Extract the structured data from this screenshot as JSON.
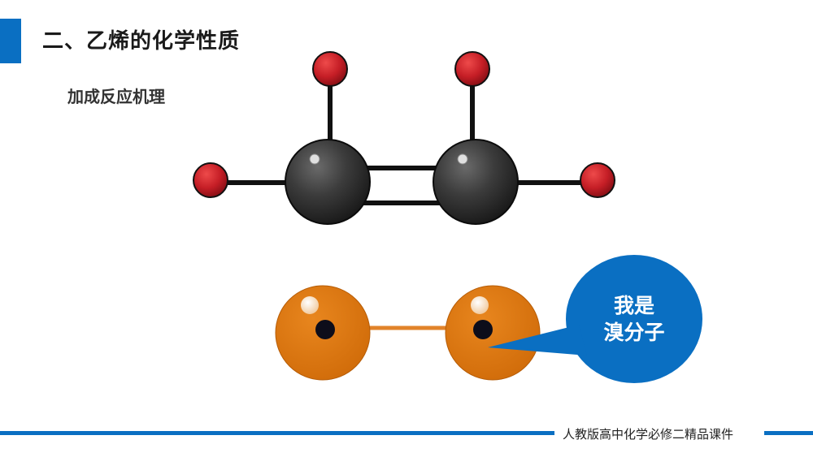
{
  "slide": {
    "title": "二、乙烯的化学性质",
    "subtitle": "加成反应机理",
    "footer": "人教版高中化学必修二精品课件"
  },
  "bubble": {
    "line1": "我是",
    "line2": "溴分子"
  },
  "colors": {
    "accent": "#0a6fc2",
    "carbon_atom": "#3a3a3a",
    "hydrogen_atom": "#c8202a",
    "bromine_atom": "#d36f0c",
    "bond": "#111111",
    "bromine_bond": "#e2832a",
    "bubble": "#0a6fc2"
  }
}
